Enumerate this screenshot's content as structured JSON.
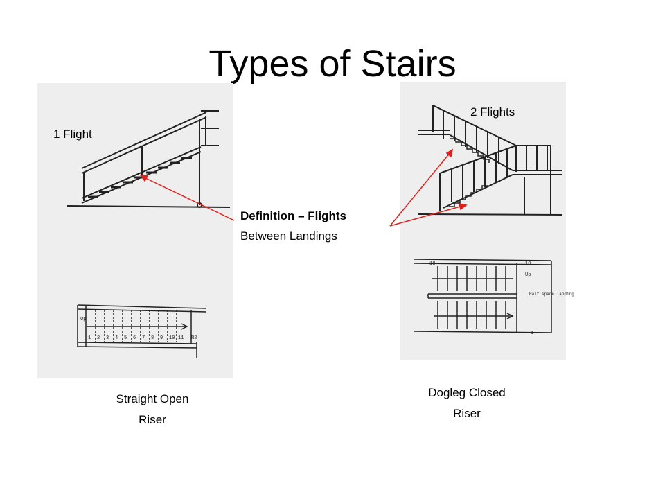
{
  "slide": {
    "title": "Types of Stairs",
    "definition_heading": "Definition – Flights",
    "definition_text": "Between Landings",
    "left": {
      "count_label": "1 Flight",
      "caption_line1": "Straight Open",
      "caption_line2": "Riser",
      "plan_numbers": [
        "1",
        "2",
        "3",
        "4",
        "5",
        "6",
        "7",
        "8",
        "9",
        "10",
        "11",
        "R2"
      ],
      "plan_mark": "Up"
    },
    "right": {
      "count_label": "2 Flights",
      "caption_line1": "Dogleg Closed",
      "caption_line2": "Riser",
      "plan_top_left": "18",
      "plan_top_right": "10",
      "plan_bottom_right": "1",
      "plan_mark": "Up",
      "plan_note": "Half space landing"
    }
  },
  "colors": {
    "arrow": "#e0201a",
    "drawing": "#222222",
    "scan_bg": "#eeeeee"
  }
}
